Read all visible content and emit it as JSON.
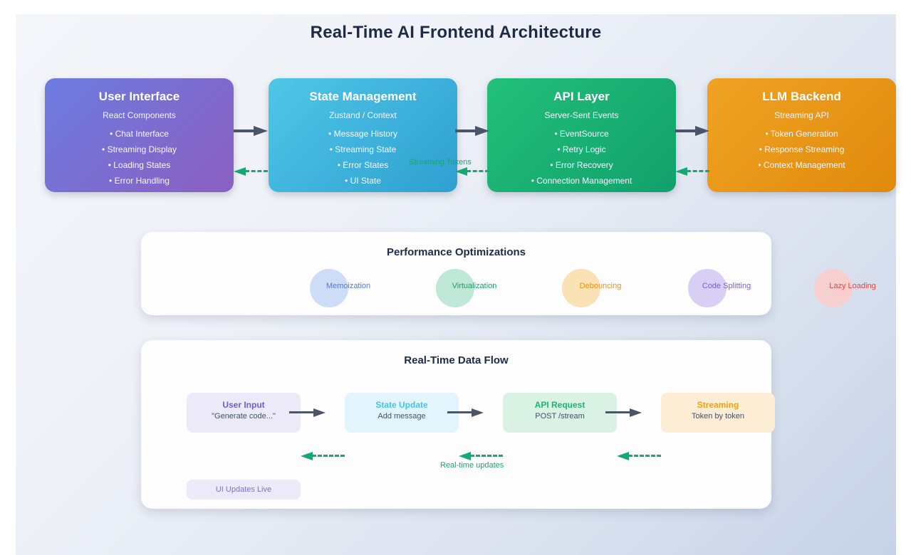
{
  "page": {
    "title": "Real-Time AI Frontend Architecture",
    "background_start": "#f4f6fa",
    "background_end": "#c6d2e6"
  },
  "architecture": {
    "boxes": [
      {
        "title": "User Interface",
        "subtitle": "React Components",
        "items": [
          "• Chat Interface",
          "• Streaming Display",
          "• Loading States",
          "• Error Handling"
        ],
        "color_start": "#6c7ce0",
        "color_end": "#8b5fc0"
      },
      {
        "title": "State Management",
        "subtitle": "Zustand / Context",
        "items": [
          "• Message History",
          "• Streaming State",
          "• Error States",
          "• UI State"
        ],
        "color_start": "#4fc7e8",
        "color_end": "#2f9fd0"
      },
      {
        "title": "API Layer",
        "subtitle": "Server-Sent Events",
        "items": [
          "• EventSource",
          "• Retry Logic",
          "• Error Recovery",
          "• Connection Management"
        ],
        "color_start": "#22c07a",
        "color_end": "#12a06c"
      },
      {
        "title": "LLM Backend",
        "subtitle": "Streaming API",
        "items": [
          "• Token Generation",
          "• Response Streaming",
          "• Context Management"
        ],
        "color_start": "#f0a323",
        "color_end": "#e08a0c"
      }
    ],
    "return_flow_label": "Streaming Tokens",
    "return_flow_color": "#16a870",
    "forward_arrow_color": "#4a5568"
  },
  "performance": {
    "title": "Performance Optimizations",
    "items": [
      {
        "label": "Memoization",
        "circle_color": "#cddcf7",
        "text_color": "#4a7de0"
      },
      {
        "label": "Virtualization",
        "circle_color": "#bfe8d6",
        "text_color": "#1aa06a"
      },
      {
        "label": "Debouncing",
        "circle_color": "#fbe2b4",
        "text_color": "#e8930f"
      },
      {
        "label": "Code Splitting",
        "circle_color": "#d8cff5",
        "text_color": "#7b5fd0"
      },
      {
        "label": "Lazy Loading",
        "circle_color": "#f8cfcf",
        "text_color": "#e8453c"
      }
    ]
  },
  "dataflow": {
    "title": "Real-Time Data Flow",
    "cards": [
      {
        "title": "User Input",
        "subtitle": "\"Generate code...\"",
        "bg": "#eceaf9",
        "title_color": "#6b5fcf"
      },
      {
        "title": "State Update",
        "subtitle": "Add message",
        "bg": "#e2f5fc",
        "title_color": "#3ec6ef"
      },
      {
        "title": "API Request",
        "subtitle": "POST /stream",
        "bg": "#d9f2e4",
        "title_color": "#16b873"
      },
      {
        "title": "Streaming",
        "subtitle": "Token by token",
        "bg": "#fcedd4",
        "title_color": "#f2a010"
      }
    ],
    "return_label": "Real-time updates",
    "return_color": "#16a870",
    "ui_updates_live": "UI Updates Live"
  }
}
